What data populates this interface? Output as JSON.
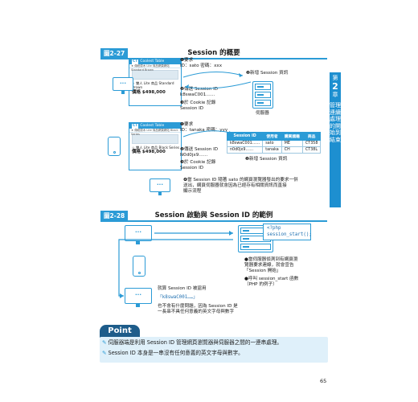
{
  "figure1": {
    "tag": "圖2-27",
    "title": "Session 的概要",
    "browser_top": {
      "bar": "Coolest Table",
      "nav": "★ 傳統原木 Lite 商品網頁網站 Standard Brown",
      "lines": [
        "☆ 雙人 Lite 商品 Standard Brown"
      ],
      "price": "價格 $498,000"
    },
    "browser_bottom": {
      "bar": "Coolest Table",
      "nav": "★ 傳統原木 Lite 商品網頁網站 Black Series",
      "lines": [
        "☆ 雙人 Lite 商品 Black Series"
      ],
      "price": "價格 $498,000"
    },
    "step1_top": [
      "❶要求",
      "ID：sato 密碼：xxx"
    ],
    "step2_top": [
      "❷傳送 Session ID",
      "k8swaC001……"
    ],
    "step3_top": [
      "❸於 Cookie 記錄",
      "Session ID"
    ],
    "new_session_top": "❷新增 Session 資訊",
    "server_label": "伺服器",
    "step1_bottom": [
      "❶要求",
      "ID：tanaka 密碼：yyy"
    ],
    "step2_bottom": [
      "❷傳送 Session ID",
      "N0d0jx9……"
    ],
    "step3_bottom": [
      "❸於 Cookie 記錄",
      "Session ID"
    ],
    "new_session_bottom": "❷新增 Session 資訊",
    "table": {
      "headers": [
        "Session ID",
        "使用者",
        "購買國籍",
        "商品"
      ],
      "rows": [
        [
          "k8swaC001……",
          "sato",
          "ME",
          "CT358"
        ],
        [
          "n0d0jx9……",
          "tanaka",
          "CH",
          "CT38L"
        ]
      ]
    },
    "note4": [
      "❹當 Session ID 隨著 sato 的網頁瀏覽器發出的要求一併",
      "送出，網頁伺服器就會因為已經存有相關資訊而直接",
      "顯示流程"
    ]
  },
  "figure2": {
    "tag": "圖2-28",
    "title": "Session 啟動與 Session ID 的範例",
    "code": [
      "<?php",
      "session_start();"
    ],
    "note_server": [
      "●當伺服器偵測到有網頁瀏",
      "覽器要求連線，就會宣告",
      "「Session 開始」"
    ],
    "note_call": [
      "●呼叫 session_start 函數",
      "（PHP 的例子）"
    ],
    "id_intro": "就算 Session ID 被盜用",
    "id_value": "「k8swaC001……」",
    "id_tail": [
      "也不會有什麼問題，因為 Session ID 是",
      "一長串不具任何意義的英文字母與數字"
    ]
  },
  "point": {
    "badge": "Point",
    "items": [
      "伺服器端是利用 Session ID 管理網頁瀏覽器與伺服器之間的一連串處理。",
      "Session ID 本身是一串沒有任何意義的英文字母與數字。"
    ]
  },
  "side_tab": {
    "top": "第",
    "number": "2",
    "chapter": "章",
    "title": "管理連續處理的開始到結束"
  },
  "page_number": "65",
  "colors": {
    "accent": "#2b9bd6",
    "point_bg": "#dff0fa",
    "badge": "#1d5c8a"
  }
}
